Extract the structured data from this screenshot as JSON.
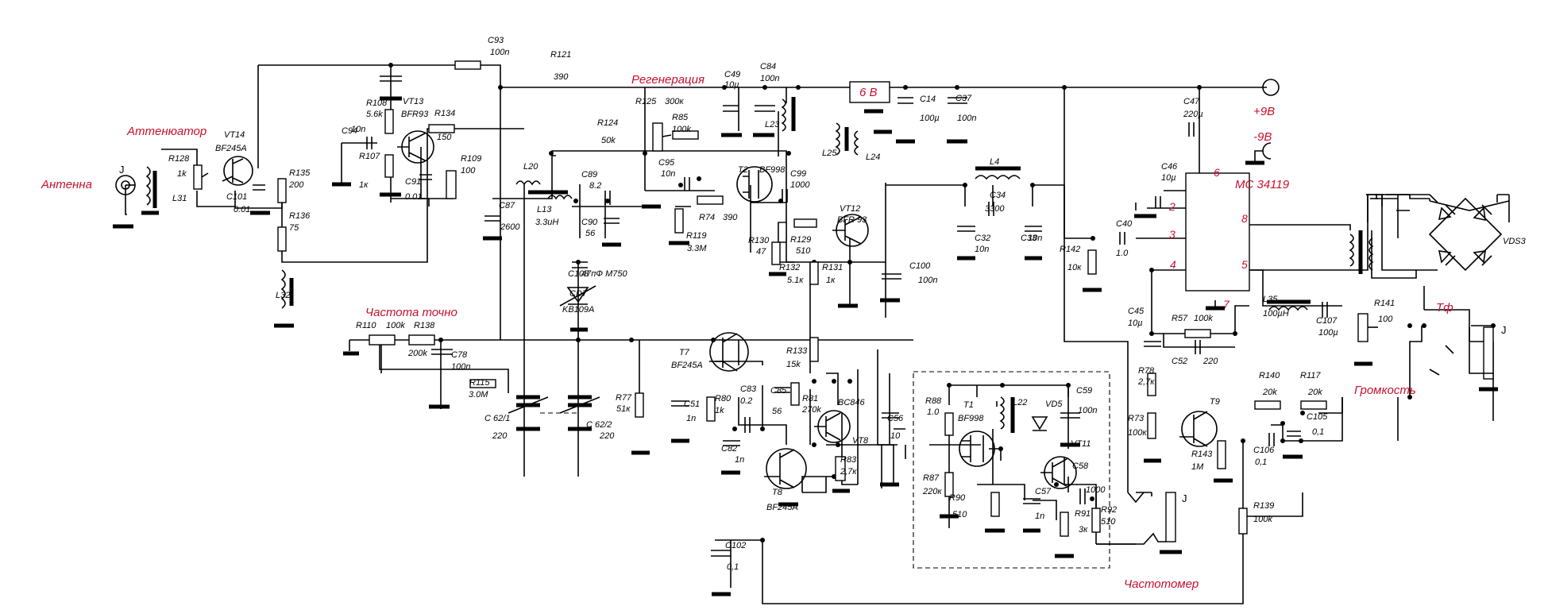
{
  "colors": {
    "label_red": "#c8102e",
    "ink": "#000000",
    "bg": "#ffffff"
  },
  "labels": {
    "antenna": "Антенна",
    "attenuator": "Аттенюатор",
    "regeneration": "Регенерация",
    "fine_freq": "Частота точно",
    "freq_meter": "Частотомер",
    "volume": "Громкость",
    "phones": "Тф",
    "plus9": "+9В",
    "minus9": "-9В",
    "ic": "MC 34119",
    "six_v": "6 В"
  },
  "ic_pins": [
    "6",
    "2",
    "3",
    "8",
    "4",
    "5",
    "7"
  ],
  "connectors": [
    "J",
    "J",
    "J"
  ],
  "parts": [
    {
      "id": "C93",
      "v": "100n"
    },
    {
      "id": "R121",
      "v": "390"
    },
    {
      "id": "C49",
      "v": "10µ"
    },
    {
      "id": "C84",
      "v": "100n"
    },
    {
      "id": "C14",
      "v": "100µ"
    },
    {
      "id": "C37",
      "v": "100n"
    },
    {
      "id": "C47",
      "v": "220µ"
    },
    {
      "id": "C46",
      "v": "10µ"
    },
    {
      "id": "R108",
      "v": "5.6k"
    },
    {
      "id": "VT13",
      "v": "BFR93"
    },
    {
      "id": "R134",
      "v": "150"
    },
    {
      "id": "C94",
      "v": "10n"
    },
    {
      "id": "R107",
      "v": "1к"
    },
    {
      "id": "C91",
      "v": "0.01"
    },
    {
      "id": "R109",
      "v": "100"
    },
    {
      "id": "VT14",
      "v": "BF245A"
    },
    {
      "id": "R128",
      "v": "1k"
    },
    {
      "id": "L31",
      "v": ""
    },
    {
      "id": "C101",
      "v": "0.01"
    },
    {
      "id": "R135",
      "v": "200"
    },
    {
      "id": "R136",
      "v": "75"
    },
    {
      "id": "L32",
      "v": ""
    },
    {
      "id": "R124",
      "v": "50k"
    },
    {
      "id": "R125",
      "v": "300к"
    },
    {
      "id": "R85",
      "v": "100k"
    },
    {
      "id": "L23",
      "v": ""
    },
    {
      "id": "L25",
      "v": ""
    },
    {
      "id": "L24",
      "v": ""
    },
    {
      "id": "L20",
      "v": ""
    },
    {
      "id": "C89",
      "v": "8.2"
    },
    {
      "id": "C87",
      "v": "2600"
    },
    {
      "id": "L13",
      "v": "3.3uH"
    },
    {
      "id": "C90",
      "v": "56"
    },
    {
      "id": "C95",
      "v": "10n"
    },
    {
      "id": "T2",
      "v": "BF998"
    },
    {
      "id": "C99",
      "v": "1000"
    },
    {
      "id": "VT12",
      "v": "BFR 93"
    },
    {
      "id": "R74",
      "v": "390"
    },
    {
      "id": "R119",
      "v": "3.3M"
    },
    {
      "id": "R130",
      "v": "47"
    },
    {
      "id": "R129",
      "v": "510"
    },
    {
      "id": "R132",
      "v": "5.1к"
    },
    {
      "id": "R131",
      "v": "1к"
    },
    {
      "id": "C100",
      "v": "100n"
    },
    {
      "id": "L4",
      "v": ""
    },
    {
      "id": "C34",
      "v": "3300"
    },
    {
      "id": "C32",
      "v": "10n"
    },
    {
      "id": "C33",
      "v": "10n"
    },
    {
      "id": "R142",
      "v": "10к"
    },
    {
      "id": "C40",
      "v": "1.0"
    },
    {
      "id": "VDS3",
      "v": ""
    },
    {
      "id": "C108",
      "v": "47пФ М750"
    },
    {
      "id": "CD7",
      "v": "KB109A"
    },
    {
      "id": "R110",
      "v": "100k"
    },
    {
      "id": "R138",
      "v": "200k"
    },
    {
      "id": "C78",
      "v": "100n"
    },
    {
      "id": "R115",
      "v": "3.0M"
    },
    {
      "id": "C 62/1",
      "v": "220"
    },
    {
      "id": "C 62/2",
      "v": "220"
    },
    {
      "id": "T7",
      "v": "BF245A"
    },
    {
      "id": "R77",
      "v": "51к"
    },
    {
      "id": "C51",
      "v": "1n"
    },
    {
      "id": "R80",
      "v": "1k"
    },
    {
      "id": "C83",
      "v": "0.2"
    },
    {
      "id": "C85",
      "v": "56"
    },
    {
      "id": "R81",
      "v": "270k"
    },
    {
      "id": "R133",
      "v": "15k"
    },
    {
      "id": "BC846",
      "v": ""
    },
    {
      "id": "VT8",
      "v": ""
    },
    {
      "id": "C56",
      "v": "10"
    },
    {
      "id": "C82",
      "v": "1n"
    },
    {
      "id": "T8",
      "v": "BF245A"
    },
    {
      "id": "R83",
      "v": "2,7к"
    },
    {
      "id": "C102",
      "v": "0,1"
    },
    {
      "id": "R88",
      "v": "1.0"
    },
    {
      "id": "T1",
      "v": "BF998"
    },
    {
      "id": "L22",
      "v": ""
    },
    {
      "id": "VD5",
      "v": ""
    },
    {
      "id": "C59",
      "v": "100n"
    },
    {
      "id": "VT11",
      "v": ""
    },
    {
      "id": "R87",
      "v": "220к"
    },
    {
      "id": "R90",
      "v": "510"
    },
    {
      "id": "C57",
      "v": "1n"
    },
    {
      "id": "C58",
      "v": "1000"
    },
    {
      "id": "R91",
      "v": "3к"
    },
    {
      "id": "R92",
      "v": "510"
    },
    {
      "id": "C45",
      "v": "10µ"
    },
    {
      "id": "R57",
      "v": "100k"
    },
    {
      "id": "C52",
      "v": "220"
    },
    {
      "id": "L35",
      "v": "100µH"
    },
    {
      "id": "C107",
      "v": "100µ"
    },
    {
      "id": "R141",
      "v": "100"
    },
    {
      "id": "R78",
      "v": "2,7к"
    },
    {
      "id": "R73",
      "v": "100к"
    },
    {
      "id": "T9",
      "v": ""
    },
    {
      "id": "R143",
      "v": "1M"
    },
    {
      "id": "C106",
      "v": "0,1"
    },
    {
      "id": "R140",
      "v": "20k"
    },
    {
      "id": "R117",
      "v": "20k"
    },
    {
      "id": "C105",
      "v": "0,1"
    },
    {
      "id": "R139",
      "v": "100k"
    }
  ]
}
